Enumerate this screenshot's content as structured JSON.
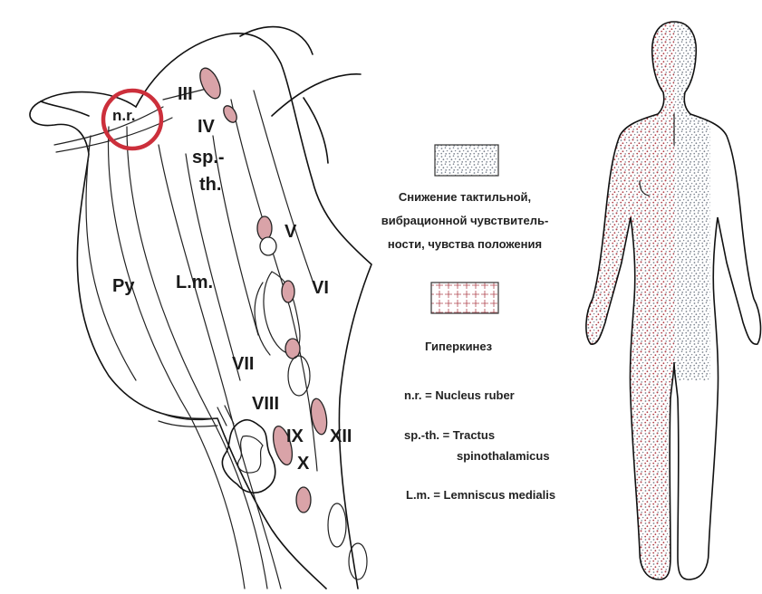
{
  "brainstem": {
    "labels": {
      "nr": "n.r.",
      "III": "III",
      "IV": "IV",
      "spth_1": "sp.-",
      "spth_2": "th.",
      "V": "V",
      "VI": "VI",
      "Py": "Py",
      "Lm": "L.m.",
      "VII": "VII",
      "VIII": "VIII",
      "IX": "IX",
      "X": "X",
      "XII": "XII"
    },
    "colors": {
      "lesion_circle": "#cc2f3b",
      "nucleus_fill": "#d9a3a8"
    }
  },
  "legend": {
    "sensory_line1": "Снижение тактильной,",
    "sensory_line2": "вибрационной чувствитель-",
    "sensory_line3": "ности, чувства положения",
    "hyperkinesis": "Гиперкинез",
    "abbr_nr": "n.r. = Nucleus ruber",
    "abbr_spth_1": "sp.-th. = Tractus",
    "abbr_spth_2": "spinothalamicus",
    "abbr_lm": "L.m. = Lemniscus medialis"
  },
  "body_figure": {
    "colors": {
      "stipple_grey": "#7d8590",
      "stipple_red": "#b0434b"
    }
  }
}
